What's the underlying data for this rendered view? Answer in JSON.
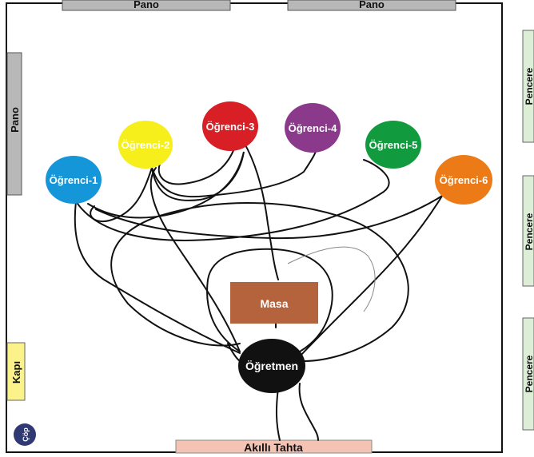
{
  "room": {
    "boards": {
      "top_left": "Pano",
      "top_right": "Pano",
      "left": "Pano"
    },
    "windows": [
      "Pencere",
      "Pencere",
      "Pencere"
    ],
    "door": "Kapı",
    "trash": "Çöp",
    "smartboard": "Akıllı Tahta",
    "desk": "Masa",
    "teacher": "Öğretmen"
  },
  "students": [
    {
      "label": "Öğrenci-1",
      "color": "#1596d8"
    },
    {
      "label": "Öğrenci-2",
      "color": "#f7ef1b"
    },
    {
      "label": "Öğrenci-3",
      "color": "#d81f26"
    },
    {
      "label": "Öğrenci-4",
      "color": "#8b3a8b"
    },
    {
      "label": "Öğrenci-5",
      "color": "#129a3e"
    },
    {
      "label": "Öğrenci-6",
      "color": "#ec7a17"
    }
  ],
  "colors": {
    "board": "#b8b8b8",
    "window": "#dcefd6",
    "door": "#fbf38a",
    "smartboard": "#f5c3b3",
    "desk": "#b5633d",
    "teacher": "#111111",
    "trash": "#2f3a75"
  }
}
